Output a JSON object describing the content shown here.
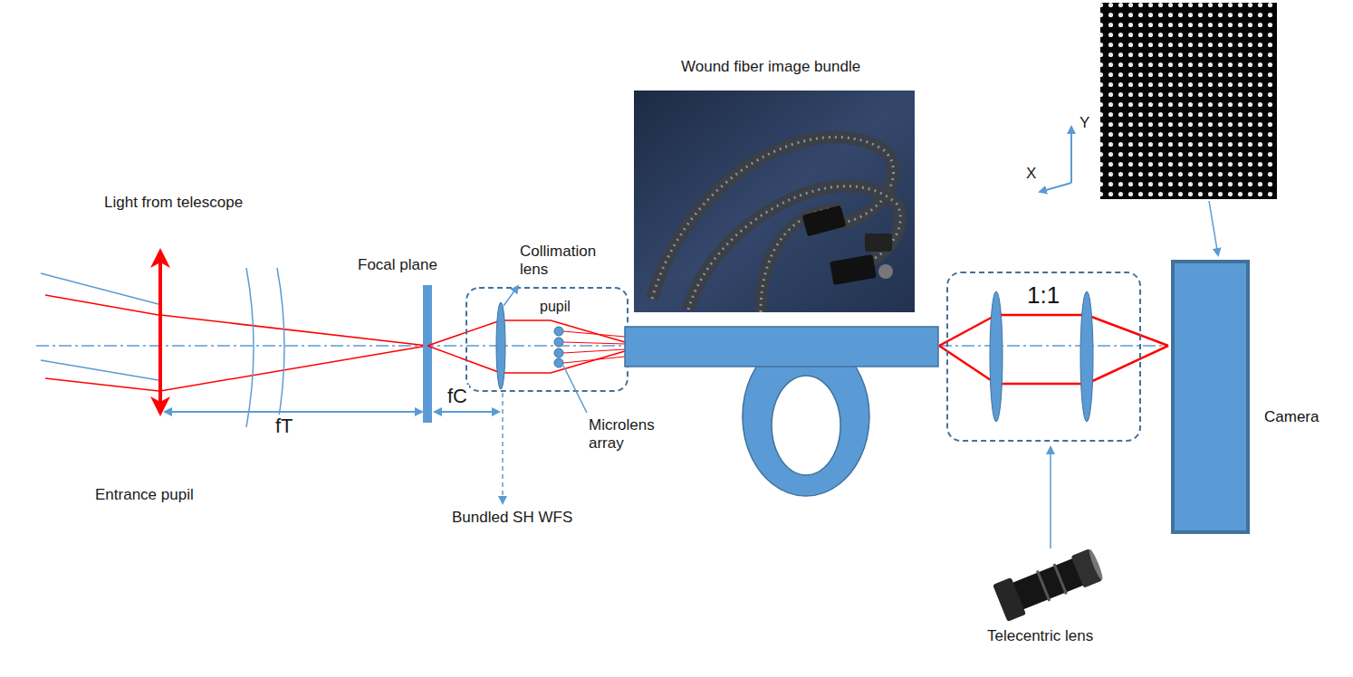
{
  "diagram": {
    "nodes": [
      {
        "text": [
          "1:1"
        ]
      },
      {
        "text": [
          "Camera"
        ]
      }
    ],
    "labels": [
      "Light from telescope",
      "Entrance pupil",
      "fT",
      "Focal plane",
      "fC",
      "Collimation lens",
      "pupil",
      "Microlens array",
      "Bundled SH WFS",
      "Wound fiber image bundle",
      "Y",
      "X",
      "Telecentric lens"
    ]
  }
}
